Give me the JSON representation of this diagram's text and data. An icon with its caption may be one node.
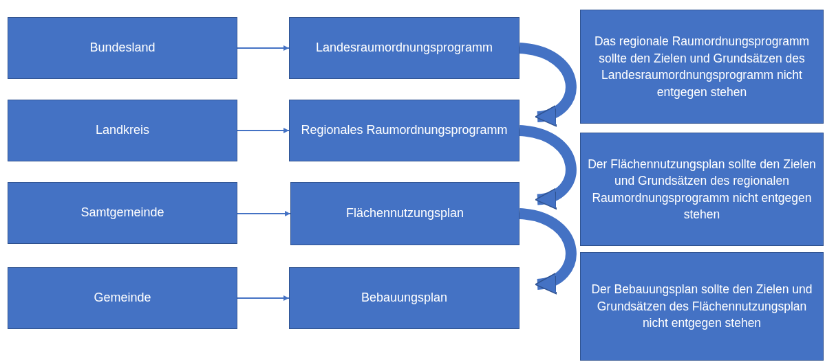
{
  "diagram": {
    "nodes": [
      {
        "text": [
          "Bundesland"
        ]
      },
      {
        "text": [
          "Landesraumordnungsprogramm"
        ]
      },
      {
        "text": [
          "Das regionale Raumordnungsprogramm sollte den Zielen und Grundsätzen des Landesraumordnungsprogramm nicht entgegen stehen"
        ]
      },
      {
        "text": [
          "Landkreis"
        ]
      },
      {
        "text": [
          "Regionales Raumordnungsprogramm"
        ]
      },
      {
        "text": [
          "Der Flächennutzungsplan sollte den Zielen und Grundsätzen des regionalen Raumordnungsprogramm nicht entgegen stehen"
        ]
      },
      {
        "text": [
          "Samtgemeinde"
        ]
      },
      {
        "text": [
          "Flächennutzungsplan"
        ]
      },
      {
        "text": [
          "Der Bebauungsplan sollte den Zielen und Grundsätzen des Flächennutzungsplan nicht entgegen stehen"
        ]
      },
      {
        "text": [
          "Gemeinde"
        ]
      },
      {
        "text": [
          "Bebauungsplan"
        ]
      }
    ],
    "edges": [
      {
        "from": 0,
        "to": 1,
        "arrow": "to"
      },
      {
        "from": 3,
        "to": 4,
        "arrow": "to"
      },
      {
        "from": 6,
        "to": 7,
        "arrow": "to"
      },
      {
        "from": 9,
        "to": 10,
        "arrow": "to"
      },
      {
        "from": 1,
        "to": 4,
        "arrow": "to",
        "style": "thick"
      },
      {
        "from": 4,
        "to": 7,
        "arrow": "to",
        "style": "thick"
      },
      {
        "from": 7,
        "to": 10,
        "arrow": "to",
        "style": "thick"
      }
    ]
  }
}
